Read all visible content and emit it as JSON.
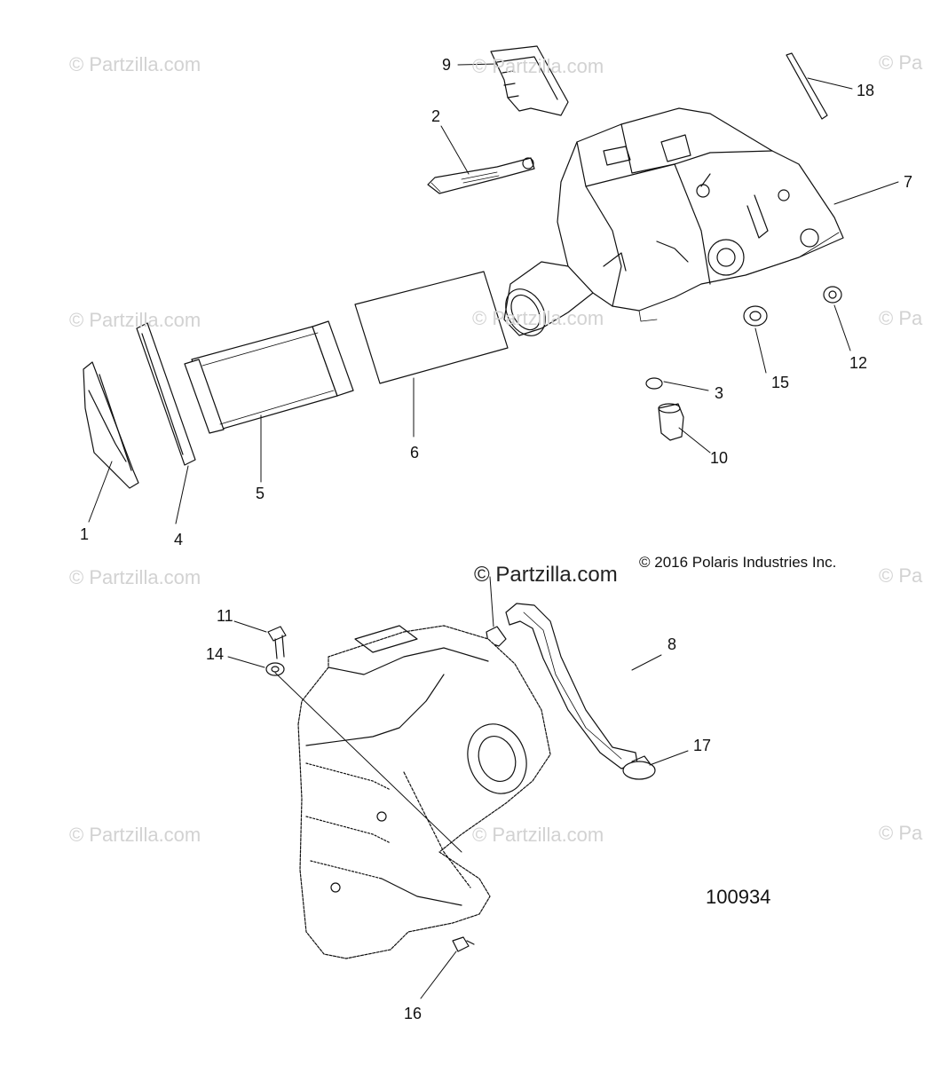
{
  "watermark": {
    "text": "© Partzilla.com",
    "partial_text": "© Pa"
  },
  "watermark_big": "© Partzilla.com",
  "copyright": "© 2016 Polaris Industries Inc.",
  "drawing_number": "100934",
  "callouts": {
    "c1": "1",
    "c2": "2",
    "c3": "3",
    "c4": "4",
    "c5": "5",
    "c6": "6",
    "c7": "7",
    "c8": "8",
    "c9": "9",
    "c10": "10",
    "c11": "11",
    "c12": "12",
    "c14": "14",
    "c15": "15",
    "c16": "16",
    "c17": "17",
    "c18": "18"
  }
}
